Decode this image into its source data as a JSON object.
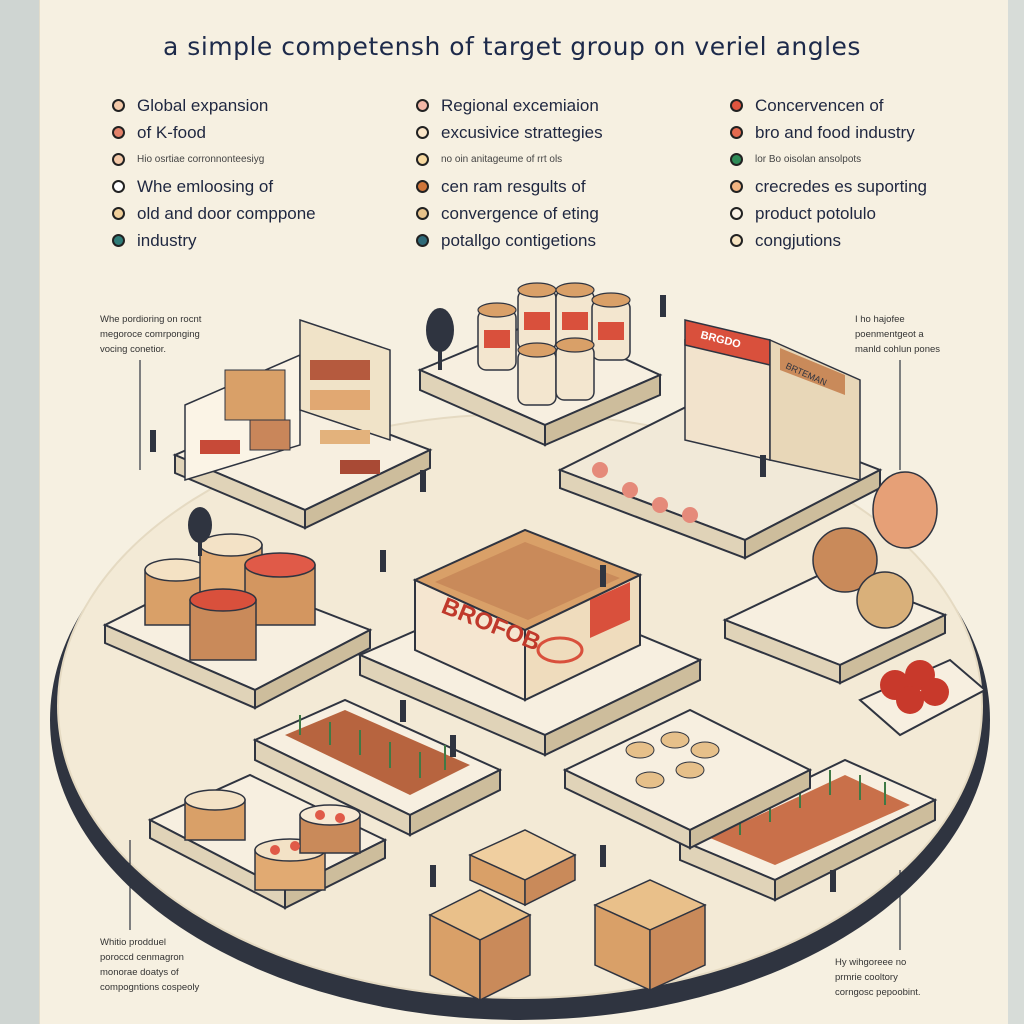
{
  "title": "a simple competensh of target group on veriel angles",
  "legend": {
    "col1": [
      {
        "text": "Global expansion",
        "color": "#f4c9a8",
        "size": "large"
      },
      {
        "text": "of K-food",
        "color": "#e3826a",
        "size": "large"
      },
      {
        "text": "Hio osrtiae corronnonteesiyg",
        "color": "#f4c9a8",
        "size": "small"
      },
      {
        "text": "Whe emloosing of",
        "color": "#ffffff",
        "size": "large"
      },
      {
        "text": "old and door comppone",
        "color": "#f0cf9a",
        "size": "large"
      },
      {
        "text": "industry",
        "color": "#2f7c78",
        "size": "large"
      }
    ],
    "col2": [
      {
        "text": "Regional excemiaion",
        "color": "#f2b7a6",
        "size": "large"
      },
      {
        "text": "excusivice strattegies",
        "color": "#fbe6c8",
        "size": "large"
      },
      {
        "text": "no oin anitageume of rrt ols",
        "color": "#f7d9a0",
        "size": "small"
      },
      {
        "text": "cen ram resgults of",
        "color": "#d0763a",
        "size": "large"
      },
      {
        "text": "convergence of eting",
        "color": "#e8c38a",
        "size": "large"
      },
      {
        "text": "potallgo contigetions",
        "color": "#2f6a78",
        "size": "large"
      }
    ],
    "col3": [
      {
        "text": "Concervencen of",
        "color": "#e0553f",
        "size": "large"
      },
      {
        "text": "bro and food industry",
        "color": "#e46a4f",
        "size": "large"
      },
      {
        "text": "lor Bo oisolan ansolpots",
        "color": "#2e8b57",
        "size": "small"
      },
      {
        "text": "crecredes es suporting",
        "color": "#f0b482",
        "size": "large"
      },
      {
        "text": "product potolulo",
        "color": "#fbf3e6",
        "size": "large"
      },
      {
        "text": "congjutions",
        "color": "#f6e3c0",
        "size": "large"
      }
    ]
  },
  "annotations": {
    "top_left": [
      "Whe pordioring on rocnt",
      "megoroce comrponging",
      "vocing conetior."
    ],
    "top_right": [
      "I ho hajofee",
      "poenmentgeot a",
      "manld cohlun pones"
    ],
    "bottom_left": [
      "Whitio prodduel",
      "poroccd cenmagron",
      "monorae doatys of",
      "compogntions cospeoly"
    ],
    "bottom_right": [
      "Hy wihgoreee no",
      "prmrie cooltory",
      "corngosc pepoobint."
    ]
  },
  "store_signs": {
    "main": "BROFOB",
    "shop_top": "BRGDO",
    "shop_right": "BRTEMAN"
  },
  "colors": {
    "ink": "#1d2a4a",
    "paper": "#f6f0e1",
    "platform": "#f3ead6",
    "platform_edge": "#2f3440",
    "wood": "#d9a068",
    "accent_red": "#d9503c"
  }
}
